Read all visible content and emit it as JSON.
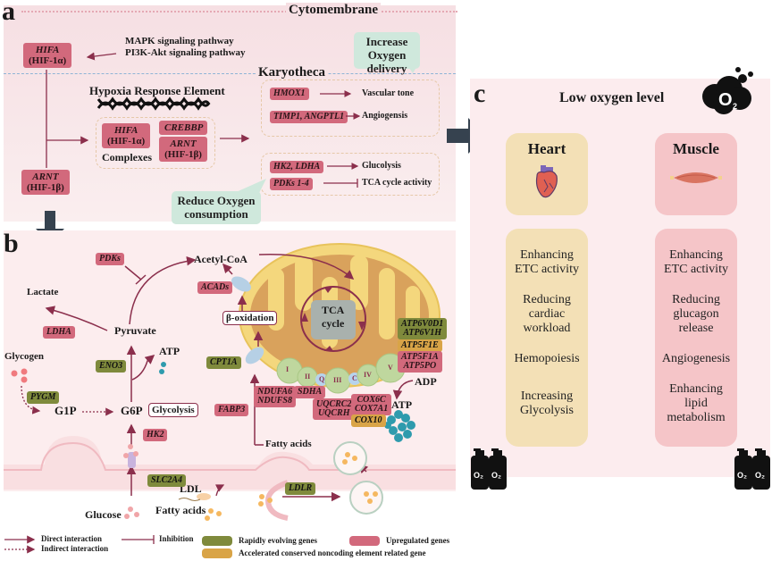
{
  "panel_a": {
    "label": "a",
    "cytomembrane": "Cytomembrane",
    "karyotheca": "Karyotheca",
    "hifa": {
      "gene": "HIFA",
      "protein": "(HIF-1α)"
    },
    "pathways": [
      "MAPK signaling pathway",
      "PI3K-Akt signaling pathway"
    ],
    "arnt": {
      "gene": "ARNT",
      "protein": "(HIF-1β)"
    },
    "hre": "Hypoxia Response Element",
    "complex": {
      "hifa_gene": "HIFA",
      "hifa_protein": "(HIF-1α)",
      "crebbp": "CREBBP",
      "arnt_gene": "ARNT",
      "arnt_protein": "(HIF-1β)",
      "label": "Complexes"
    },
    "increase_callout": [
      "Increase Oxygen",
      "delivery"
    ],
    "reduce_callout": [
      "Reduce Oxygen",
      "consumption"
    ],
    "delivery_targets": [
      {
        "gene": "HMOX1",
        "effect": "Vascular tone"
      },
      {
        "gene": "TIMP1, ANGPTL1",
        "effect": "Angiogensis"
      }
    ],
    "consumption_targets": [
      {
        "gene": "HK2, LDHA",
        "effect": "Glucolysis",
        "type": "activation"
      },
      {
        "gene": "PDKs 1-4",
        "effect": "TCA cycle activity",
        "type": "inhibition"
      }
    ]
  },
  "panel_b": {
    "label": "b",
    "metabolites": {
      "acetyl_coa": "Acetyl-CoA",
      "lactate": "Lactate",
      "pyruvate": "Pyruvate",
      "atp1": "ATP",
      "glycogen": "Glycogen",
      "g1p": "G1P",
      "g6p": "G6P",
      "glycolysis": "Glycolysis",
      "beta_ox": "β-oxidation",
      "tca": [
        "TCA",
        "cycle"
      ],
      "adp": "ADP",
      "atp2": "ATP",
      "fatty_acids": "Fatty acids",
      "ldl": "LDL",
      "fatty_acids2": "Fatty acids",
      "glucose": "Glucose"
    },
    "genes": {
      "pdks": "PDKs",
      "acads": "ACADs",
      "ldha": "LDHA",
      "eno3": "ENO3",
      "pygm": "PYGM",
      "hk2": "HK2",
      "slc2a4": "SLC2A4",
      "cpt1a": "CPT1A",
      "fabp3": "FABP3",
      "ndufa6": "NDUFA6",
      "ndufs8": "NDUFS8",
      "sdha": "SDHA",
      "uqcrc2": "UQCRC2",
      "uqcrh": "UQCRH",
      "cox6c": "COX6C",
      "cox7a1": "COX7A1",
      "cox10": "COX10",
      "atp6v0d1": "ATP6V0D1",
      "atp6v1h": "ATP6V1H",
      "atp5f1e": "ATP5F1E",
      "atp5f1a": "ATP5F1A",
      "atp5po": "ATP5PO",
      "ldlr": "LDLR"
    },
    "complexes": [
      "I",
      "II",
      "Q",
      "III",
      "C",
      "IV",
      "V"
    ]
  },
  "panel_c": {
    "label": "c",
    "title": "Low oxygen level",
    "o2_icon_text": "O",
    "o2_sub": "2",
    "heart": {
      "title": "Heart",
      "items": [
        [
          "Enhancing",
          "ETC activity"
        ],
        [
          "Reducing",
          "cardiac",
          "workload"
        ],
        [
          "Hemopoiesis"
        ],
        [
          "Increasing",
          "Glycolysis"
        ]
      ]
    },
    "muscle": {
      "title": "Muscle",
      "items": [
        [
          "Enhancing",
          "ETC activity"
        ],
        [
          "Reducing",
          "glucagon",
          "release"
        ],
        [
          "Angiogenesis"
        ],
        [
          "Enhancing",
          "lipid",
          "metabolism"
        ]
      ]
    }
  },
  "legend": {
    "direct": "Direct interaction",
    "indirect": "Indirect interaction",
    "inhibition": "Inhibition",
    "rapid": "Rapidly evolving genes",
    "upregulated": "Upregulated genes",
    "accelerated": "Accelerated conserved noncoding element related gene"
  },
  "colors": {
    "upregulated": "#d2697c",
    "rapidly_evolving": "#7f8a3c",
    "accelerated": "#d9a447",
    "arrow": "#8b2f4c",
    "big_arrow": "#36424f",
    "callout": "#cfe8dc"
  }
}
